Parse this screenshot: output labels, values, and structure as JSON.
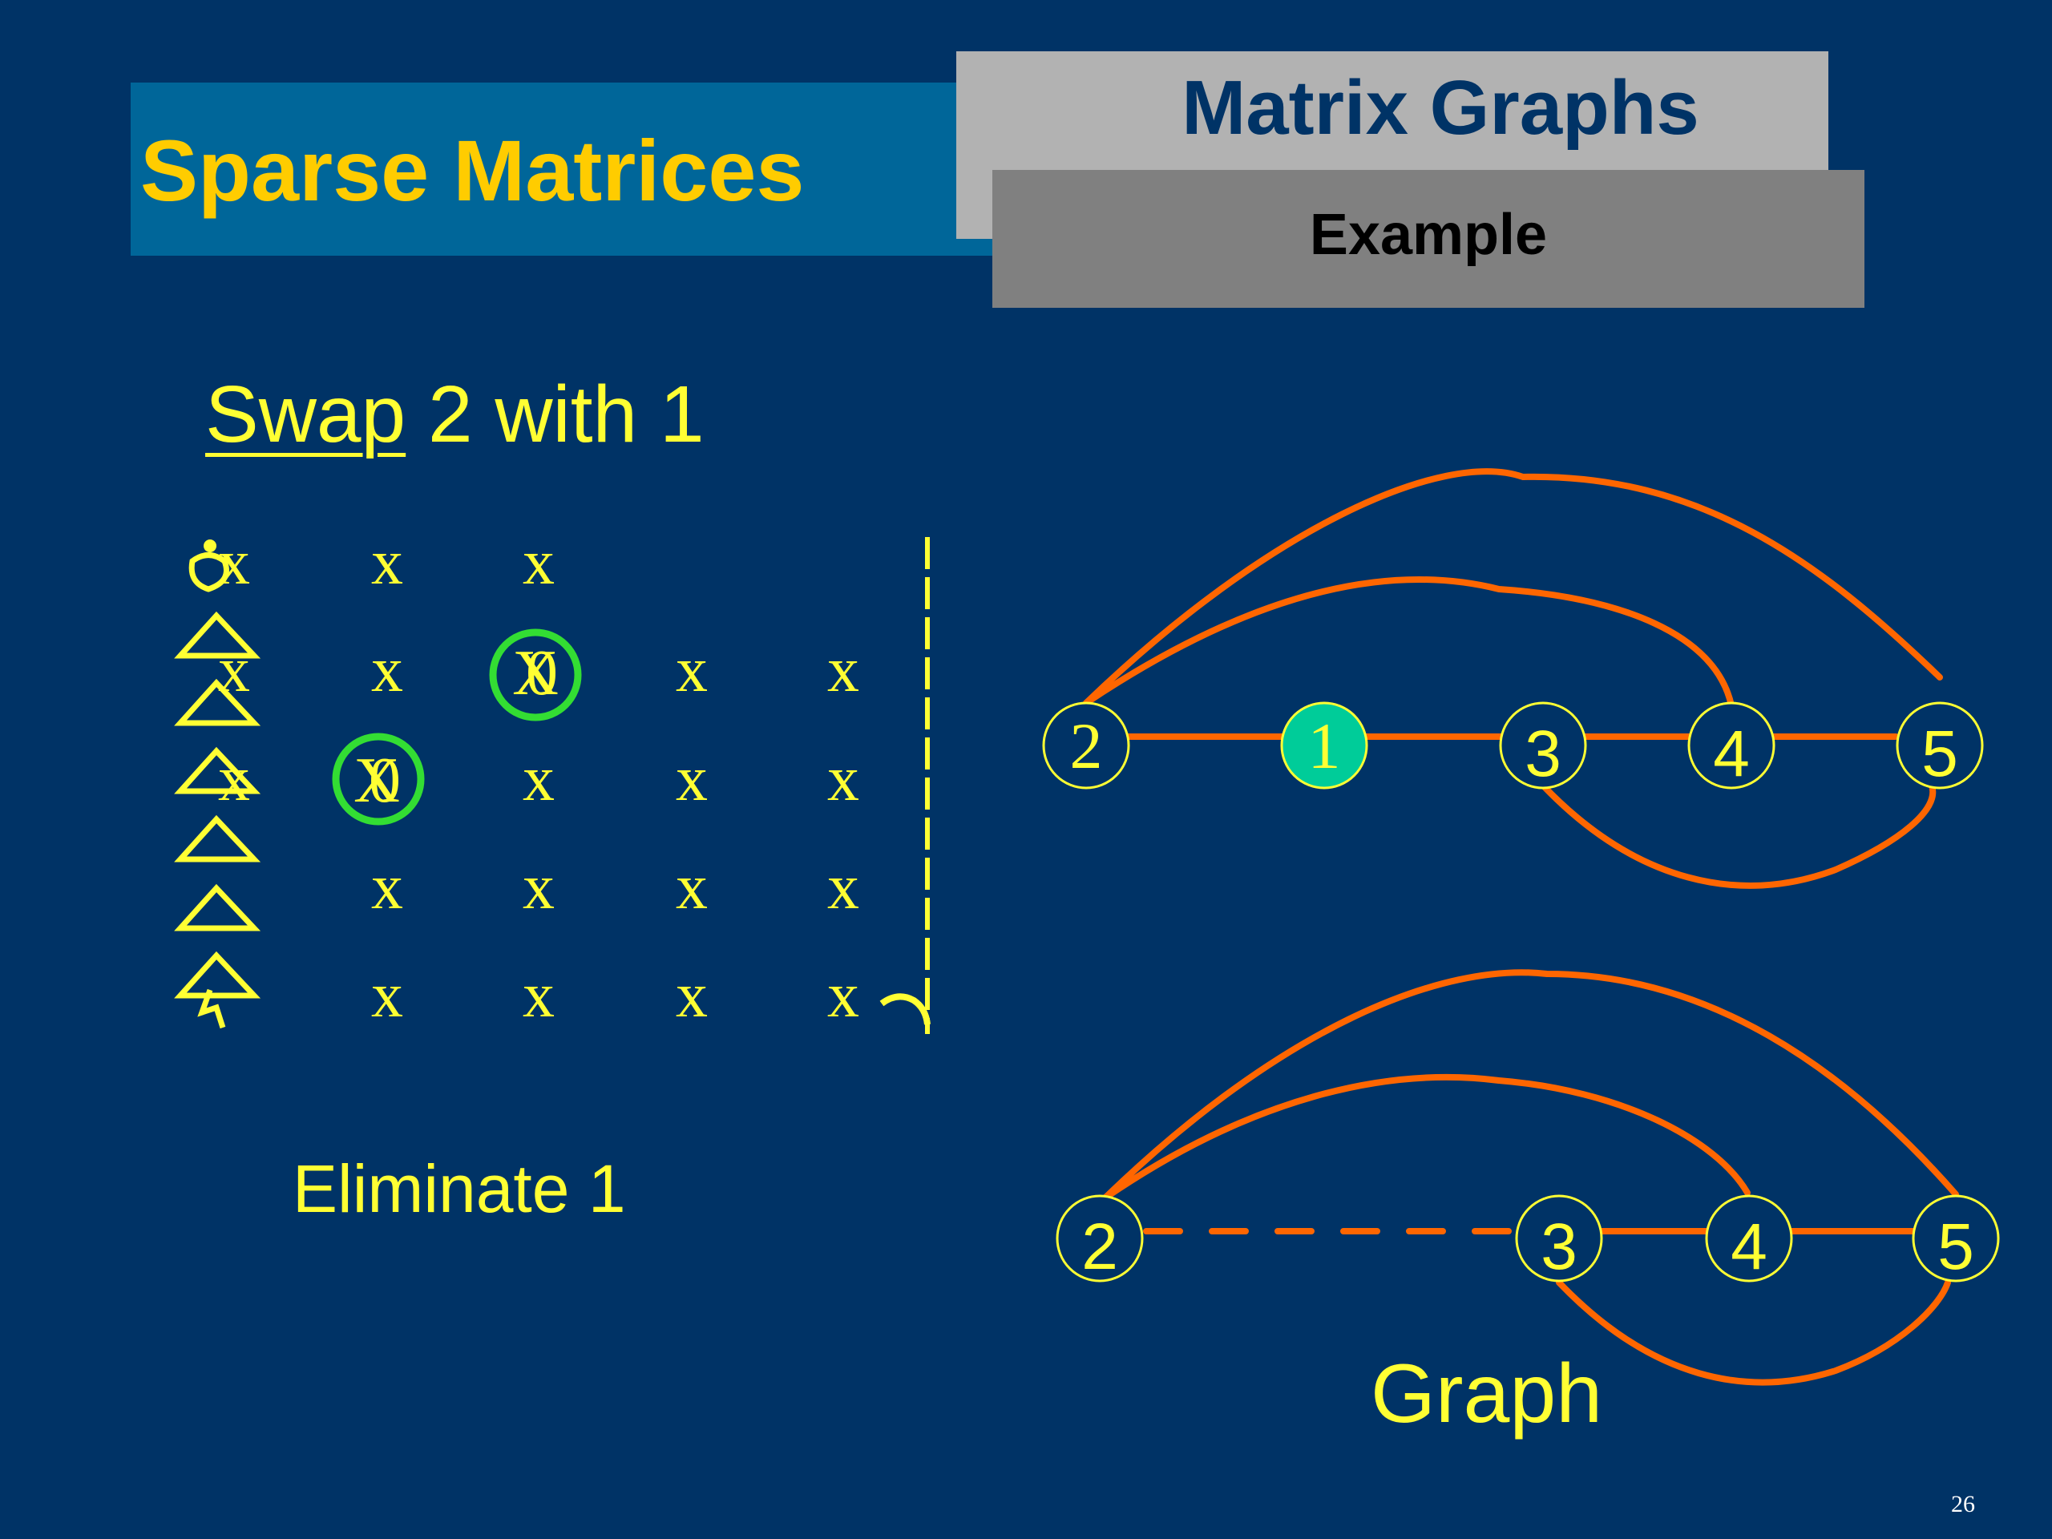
{
  "header": {
    "title": "Sparse Matrices",
    "subtitle": "Matrix Graphs",
    "section": "Example"
  },
  "left": {
    "swap_word": "Swap",
    "swap_rest": " 2 with 1",
    "eliminate": "Eliminate 1"
  },
  "matrix": {
    "rows": [
      [
        "x",
        "x",
        "x",
        "",
        ""
      ],
      [
        "x",
        "x",
        "X",
        "x",
        "x"
      ],
      [
        "x",
        "X",
        "x",
        "x",
        "x"
      ],
      [
        "",
        "x",
        "x",
        "x",
        "x"
      ],
      [
        "",
        "x",
        "x",
        "x",
        "x"
      ]
    ],
    "circled_value": "0"
  },
  "graph1": {
    "nodes": [
      "2",
      "1",
      "3",
      "4",
      "5"
    ],
    "highlighted_node": "1"
  },
  "graph2": {
    "nodes": [
      "2",
      "3",
      "4",
      "5"
    ]
  },
  "graph_label": "Graph",
  "page_number": "26",
  "colors": {
    "background": "#003366",
    "title_box": "#006699",
    "title_text": "#FFCC00",
    "subtitle_box": "#B2B2B2",
    "section_box": "#808080",
    "text_yellow": "#FFFF33",
    "edge": "#FF6600",
    "highlight_circle": "#33DD33",
    "highlight_node": "#00CC99"
  }
}
